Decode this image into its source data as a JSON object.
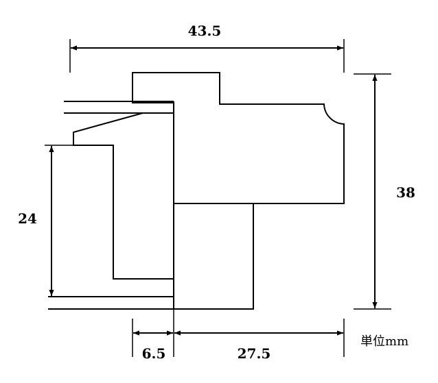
{
  "dimensions": {
    "top_width": "43.5",
    "right_height": "38",
    "left_height": "24",
    "bottom_left": "6.5",
    "bottom_right": "27.5"
  },
  "unit_label": "単位mm",
  "colors": {
    "line": "#000000",
    "background": "#ffffff"
  }
}
